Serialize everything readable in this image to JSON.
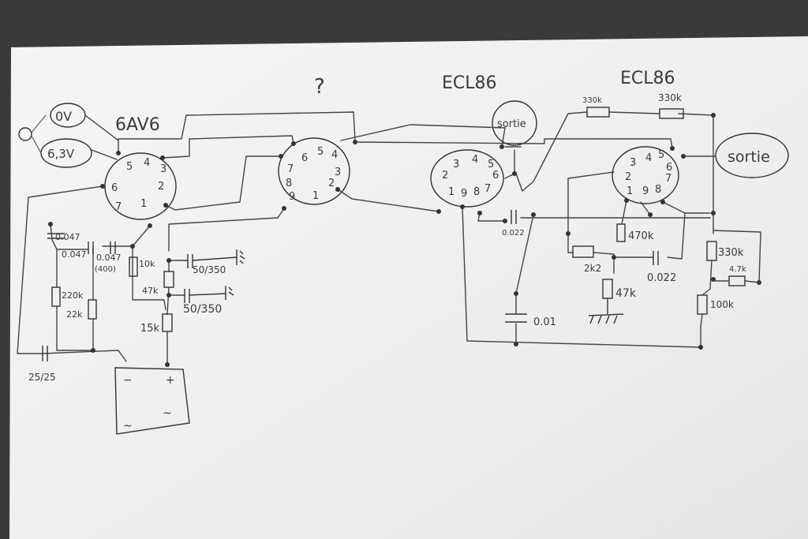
{
  "tubes": {
    "left": {
      "label": "6AV6",
      "pins": [
        "1",
        "2",
        "3",
        "4",
        "5",
        "6",
        "7"
      ]
    },
    "middle": {
      "label": "?",
      "pins": [
        "1",
        "2",
        "3",
        "4",
        "5",
        "6",
        "7",
        "8",
        "9"
      ]
    },
    "right1": {
      "label": "ECL86",
      "pins": [
        "1",
        "2",
        "3",
        "4",
        "5",
        "6",
        "7",
        "8",
        "9"
      ]
    },
    "right2": {
      "label": "ECL86",
      "pins": [
        "1",
        "2",
        "3",
        "4",
        "5",
        "6",
        "7",
        "8",
        "9"
      ]
    }
  },
  "supply": {
    "zero_v": "0V",
    "heater_v": "6,3V"
  },
  "outputs": {
    "out_left": "sortie",
    "out_right": "sortie"
  },
  "components": {
    "c_0047_a": "0.047",
    "c_0047_b": "0.047",
    "c_0047_c": "0.047",
    "c_400": "(400)",
    "r_220k": "220k",
    "r_22k": "22k",
    "r_10k": "10k",
    "r_47k": "47k",
    "r_15k": "15k",
    "c_50_350_a": "50/350",
    "c_50_350_b": "50/350",
    "c_25_25": "25/25",
    "c_0022_a": "0.022",
    "c_0022_b": "0.022",
    "c_001": "0.01",
    "r_470k": "470k",
    "r_2k2": "2k2",
    "r_47k_b": "47k",
    "r_330k_a": "330k",
    "r_330k_b": "330k",
    "r_330k_c": "330k",
    "r_47k_c": "4.7k",
    "r_100k": "100k"
  },
  "psu": {
    "minus": "−",
    "plus": "+",
    "ac1": "~",
    "ac2": "~"
  },
  "colors": {
    "paper": "#f2f2f4",
    "ink": "#3a3a3a",
    "background": "#3c3a38"
  }
}
